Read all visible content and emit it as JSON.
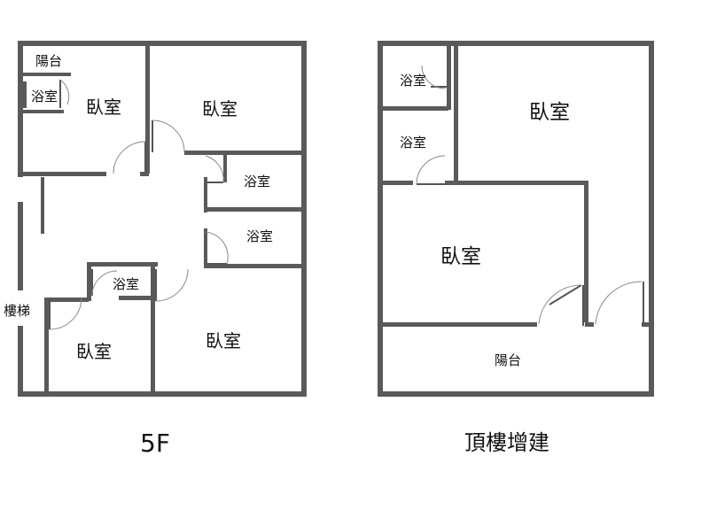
{
  "floors": [
    {
      "caption": "5F",
      "rooms": {
        "balcony": "陽台",
        "bath_small": "浴室",
        "bedroom_tl": "臥室",
        "bedroom_tr": "臥室",
        "bath_mid1": "浴室",
        "bath_mid2": "浴室",
        "bath_center": "浴室",
        "stairs": "樓梯",
        "bedroom_bl": "臥室",
        "bedroom_br": "臥室"
      }
    },
    {
      "caption": "頂樓增建",
      "rooms": {
        "bath_top": "浴室",
        "bath_mid": "浴室",
        "bedroom_large": "臥室",
        "bedroom_center": "臥室",
        "balcony": "陽台"
      }
    }
  ],
  "colors": {
    "wall": "#5a5a5a",
    "background": "#ffffff"
  }
}
